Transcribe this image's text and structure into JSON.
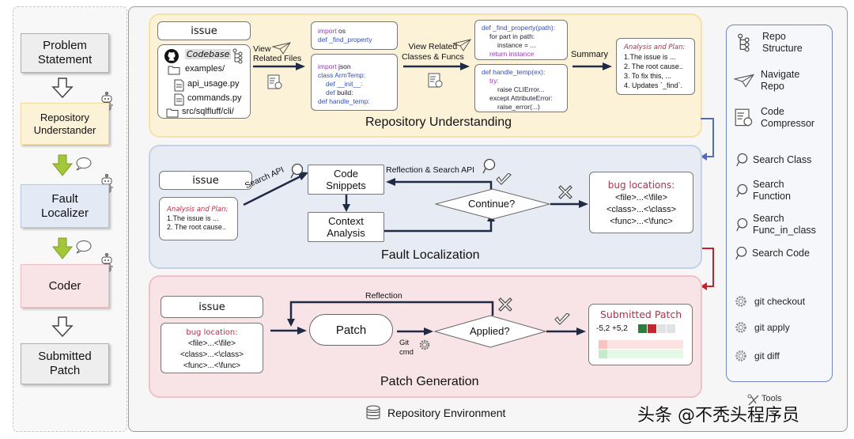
{
  "pipeline": {
    "stages": [
      {
        "label": "Problem\nStatement",
        "color": "#eeeeee"
      },
      {
        "label": "Repository\nUnderstander",
        "color": "#fcf2d7"
      },
      {
        "label": "Fault\nLocalizer",
        "color": "#e3e9f5"
      },
      {
        "label": "Coder",
        "color": "#f8e3e6"
      },
      {
        "label": "Submitted\nPatch",
        "color": "#eeeeee"
      }
    ]
  },
  "repository_understanding": {
    "title": "Repository Understanding",
    "issue_label": "issue",
    "codebase": {
      "title": "Codebase",
      "files": [
        "examples/",
        "api_usage.py",
        "commands.py",
        "src/sqlfluff/cli/"
      ]
    },
    "view_related_files": "View\nRelated Files",
    "code_top": [
      {
        "kw": "import",
        "rest": " os"
      },
      {
        "kw": "def",
        "rest": " _find_property"
      }
    ],
    "code_bottom": [
      {
        "kw": "import",
        "rest": " json"
      },
      {
        "kw": "class",
        "rest": " ArmTemp:"
      },
      {
        "kw": "  def",
        "rest": " __init__:"
      },
      {
        "kw": "  def",
        "rest": " build:"
      },
      {
        "kw": "def",
        "rest": " handle_temp:"
      }
    ],
    "view_related_classes": "View Related\nClasses & Funcs",
    "func_top": [
      "def _find_property(path):",
      "  for part in path:",
      "    instance = ...",
      "  return instance"
    ],
    "func_bottom": [
      "def handle_temp(ex):",
      "  try:",
      "    raise CLIError...",
      "  except AttributeError:",
      "    raise_error(...)"
    ],
    "summary_label": "Summary",
    "analysis": {
      "title": "Analysis and Plan:",
      "lines": [
        "1.The issue is ...",
        "2. The root cause..",
        "3. To fix this, ...",
        "4. Updates `_find`."
      ]
    }
  },
  "fault_localization": {
    "title": "Fault Localization",
    "issue_label": "issue",
    "analysis": {
      "title": "Analysis and Plan:",
      "lines": [
        "1.The issue is ...",
        "2. The root cause.."
      ]
    },
    "search_api": "Search API",
    "code_snippets": "Code\nSnippets",
    "context_analysis": "Context\nAnalysis",
    "reflection_search": "Reflection & Search API",
    "decision": "Continue?",
    "bug_locations": {
      "title": "bug locations:",
      "lines": [
        "<file>...<\\file>",
        "<class>...<\\class>",
        "<func>...<\\func>"
      ]
    }
  },
  "patch_generation": {
    "title": "Patch Generation",
    "issue_label": "issue",
    "bug_location": {
      "title": "bug location:",
      "lines": [
        "<file>...<\\file>",
        "<class>...<\\class>",
        "<func>...<\\func>"
      ]
    },
    "reflection": "Reflection",
    "patch": "Patch",
    "git_cmd": "Git\ncmd",
    "decision": "Applied?",
    "submitted_patch": {
      "title": "Submitted Patch",
      "diff_stat": "-5,2 +5,2",
      "diff_blocks": [
        "#2e7d3a",
        "#c4262e",
        "#e0e2e6",
        "#e0e2e6"
      ]
    }
  },
  "environment": {
    "label": "Repository Environment"
  },
  "tools": {
    "label": "Tools",
    "items": [
      {
        "icon": "repo-structure-icon",
        "label": "Repo\nStructure"
      },
      {
        "icon": "paper-plane-icon",
        "label": "Navigate\nRepo"
      },
      {
        "icon": "code-compressor-icon",
        "label": "Code\nCompressor"
      },
      {
        "icon": "search-icon",
        "label": "Search Class"
      },
      {
        "icon": "search-icon",
        "label": "Search\nFunction"
      },
      {
        "icon": "search-icon",
        "label": "Search\nFunc_in_class"
      },
      {
        "icon": "search-icon",
        "label": "Search Code"
      },
      {
        "icon": "gear-icon",
        "label": "git checkout"
      },
      {
        "icon": "gear-icon",
        "label": "git apply"
      },
      {
        "icon": "gear-icon",
        "label": "git diff"
      }
    ]
  },
  "watermark": "头条 @不秃头程序员"
}
